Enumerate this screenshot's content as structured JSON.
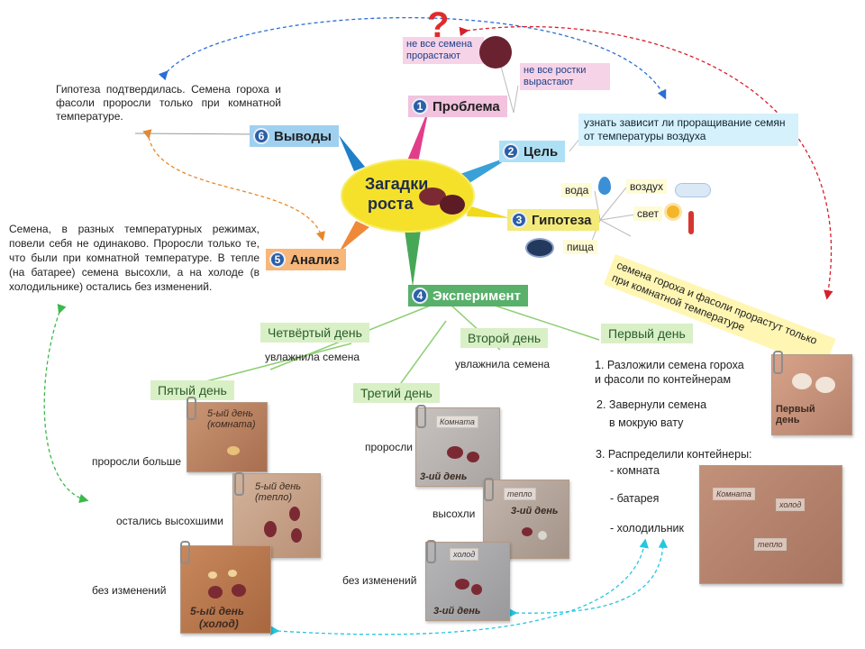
{
  "center": {
    "line1": "Загадки",
    "line2": "роста"
  },
  "branches": {
    "problem": {
      "num": "1",
      "label": "Проблема"
    },
    "goal": {
      "num": "2",
      "label": "Цель"
    },
    "hypothesis": {
      "num": "3",
      "label": "Гипотеза"
    },
    "experiment": {
      "num": "4",
      "label": "Эксперимент"
    },
    "analysis": {
      "num": "5",
      "label": "Анализ"
    },
    "conclusions": {
      "num": "6",
      "label": "Выводы"
    }
  },
  "problem_notes": {
    "note1": "не все семена прорастают",
    "note2": "не все ростки вырастают"
  },
  "goal_text": "узнать зависит ли проращивание семян от температуры воздуха",
  "hypothesis": {
    "labels": {
      "water": "вода",
      "air": "воздух",
      "light": "свет",
      "food": "пища"
    },
    "statement": "семена гороха и фасоли прорастут только при комнатной температуре"
  },
  "conclusions_text": "Гипотеза подтвердилась. Семена гороха и фасоли проросли только при комнатной температуре.",
  "analysis_text": "Семена, в разных температурных режимах, повели себя не одинаково. Проросли только те, что были при комнатной температуре. В тепле (на батарее) семена высохли, а на холоде (в холодильнике) остались без изменений.",
  "days": {
    "fourth": {
      "label": "Четвёртый день",
      "note": "увлажнила семена"
    },
    "second": {
      "label": "Второй день",
      "note": "увлажнила семена"
    },
    "first": {
      "label": "Первый день",
      "step1_line1": "1. Разложили семена гороха",
      "step1_line2": "и фасоли по контейнерам",
      "step2_line1": "2. Завернули семена",
      "step2_line2": "в мокрую вату",
      "step3": "3. Распределили контейнеры:",
      "places": [
        "- комната",
        "- батарея",
        "- холодильник"
      ]
    },
    "fifth": {
      "label": "Пятый день",
      "results": [
        "проросли больше",
        "остались высохшими",
        "без изменений"
      ]
    },
    "third": {
      "label": "Третий день",
      "results": [
        "проросли",
        "высохли",
        "без изменений"
      ]
    }
  },
  "photos": {
    "first_day": "Первый день",
    "fifth_room": "5-ый день (комната)",
    "fifth_warm": "5-ый день (тепло)",
    "fifth_cold_line1": "5-ый день",
    "fifth_cold_line2": "(холод)",
    "third_room_tag": "Комната",
    "third_warm_tag": "тепло",
    "third_cold_tag": "холод",
    "third_day_tag": "3-ий день",
    "container_tags": [
      "Комната",
      "холод",
      "тепло"
    ]
  },
  "colors": {
    "problem": "#f2c2de",
    "goal": "#aee0f5",
    "hypothesis": "#f4ea7a",
    "experiment": "#58b06b",
    "analysis": "#f7b77a",
    "conclusions": "#9fd0ef",
    "center": "#f5e12a",
    "day_boxes": "#d9f0c6"
  }
}
